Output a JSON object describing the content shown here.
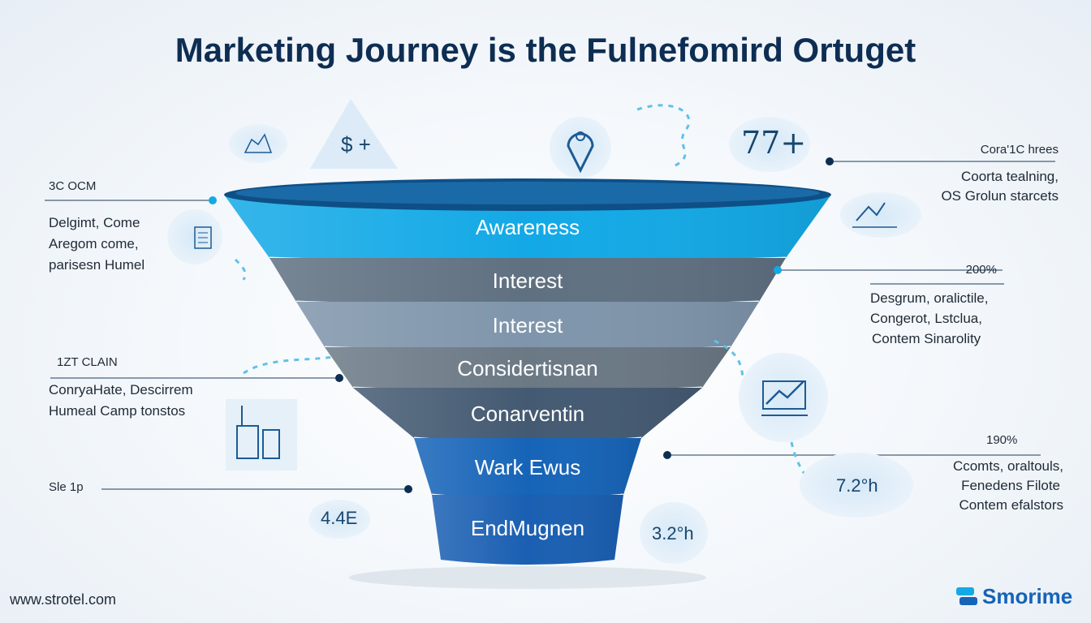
{
  "title": "Marketing Journey is the Fulnefomird Ortuget",
  "funnel": {
    "stages": [
      {
        "label": "Awareness",
        "color": "#13a9e6"
      },
      {
        "label": "Interest",
        "color": "#5f7081"
      },
      {
        "label": "Interest",
        "color": "#7f95ab"
      },
      {
        "label": "Considertisnan",
        "color": "#6b7985"
      },
      {
        "label": "Conarventin",
        "color": "#445a72"
      },
      {
        "label": "Wark Ewus",
        "color": "#1664b8"
      },
      {
        "label": "EndMugnen",
        "color": "#1a5fb2"
      }
    ]
  },
  "left_notes": {
    "n1_head": "3C OCM",
    "n1_body": [
      "Delgimt,  Come",
      "Aregom come,",
      "parisesn Humel"
    ],
    "n2_head": "1ZT CLAIN",
    "n2_body": [
      "ConryaHate,  Descirrem",
      "Humeal  Camp tonstos"
    ],
    "n3_head": "Sle 1p",
    "badge": "4.4E"
  },
  "right_notes": {
    "n1_head": "Cora'1C hrees",
    "n1_body": [
      "Coorta tealning,",
      "OS Grolun starcets"
    ],
    "n2_head": "200%",
    "n2_body": [
      "Desgrum,  oralictile,",
      "Congerot,  Lstclua,",
      "Contem  Sinarolity"
    ],
    "n3_head": "190%",
    "n3_body": [
      "Ccomts,  oraltouls,",
      "Fenedens  Filote",
      "Contem  efalstors"
    ],
    "badge1": "7.2°h",
    "badge2": "3.2°h"
  },
  "top_icons": {
    "dollar": "$ +",
    "counter": "77+"
  },
  "footer": {
    "website": "www.strotel.com",
    "brand": "Smorime"
  },
  "colors": {
    "title": "#0e2d52",
    "accent": "#13a9e6",
    "dark_blue": "#1664b8"
  }
}
